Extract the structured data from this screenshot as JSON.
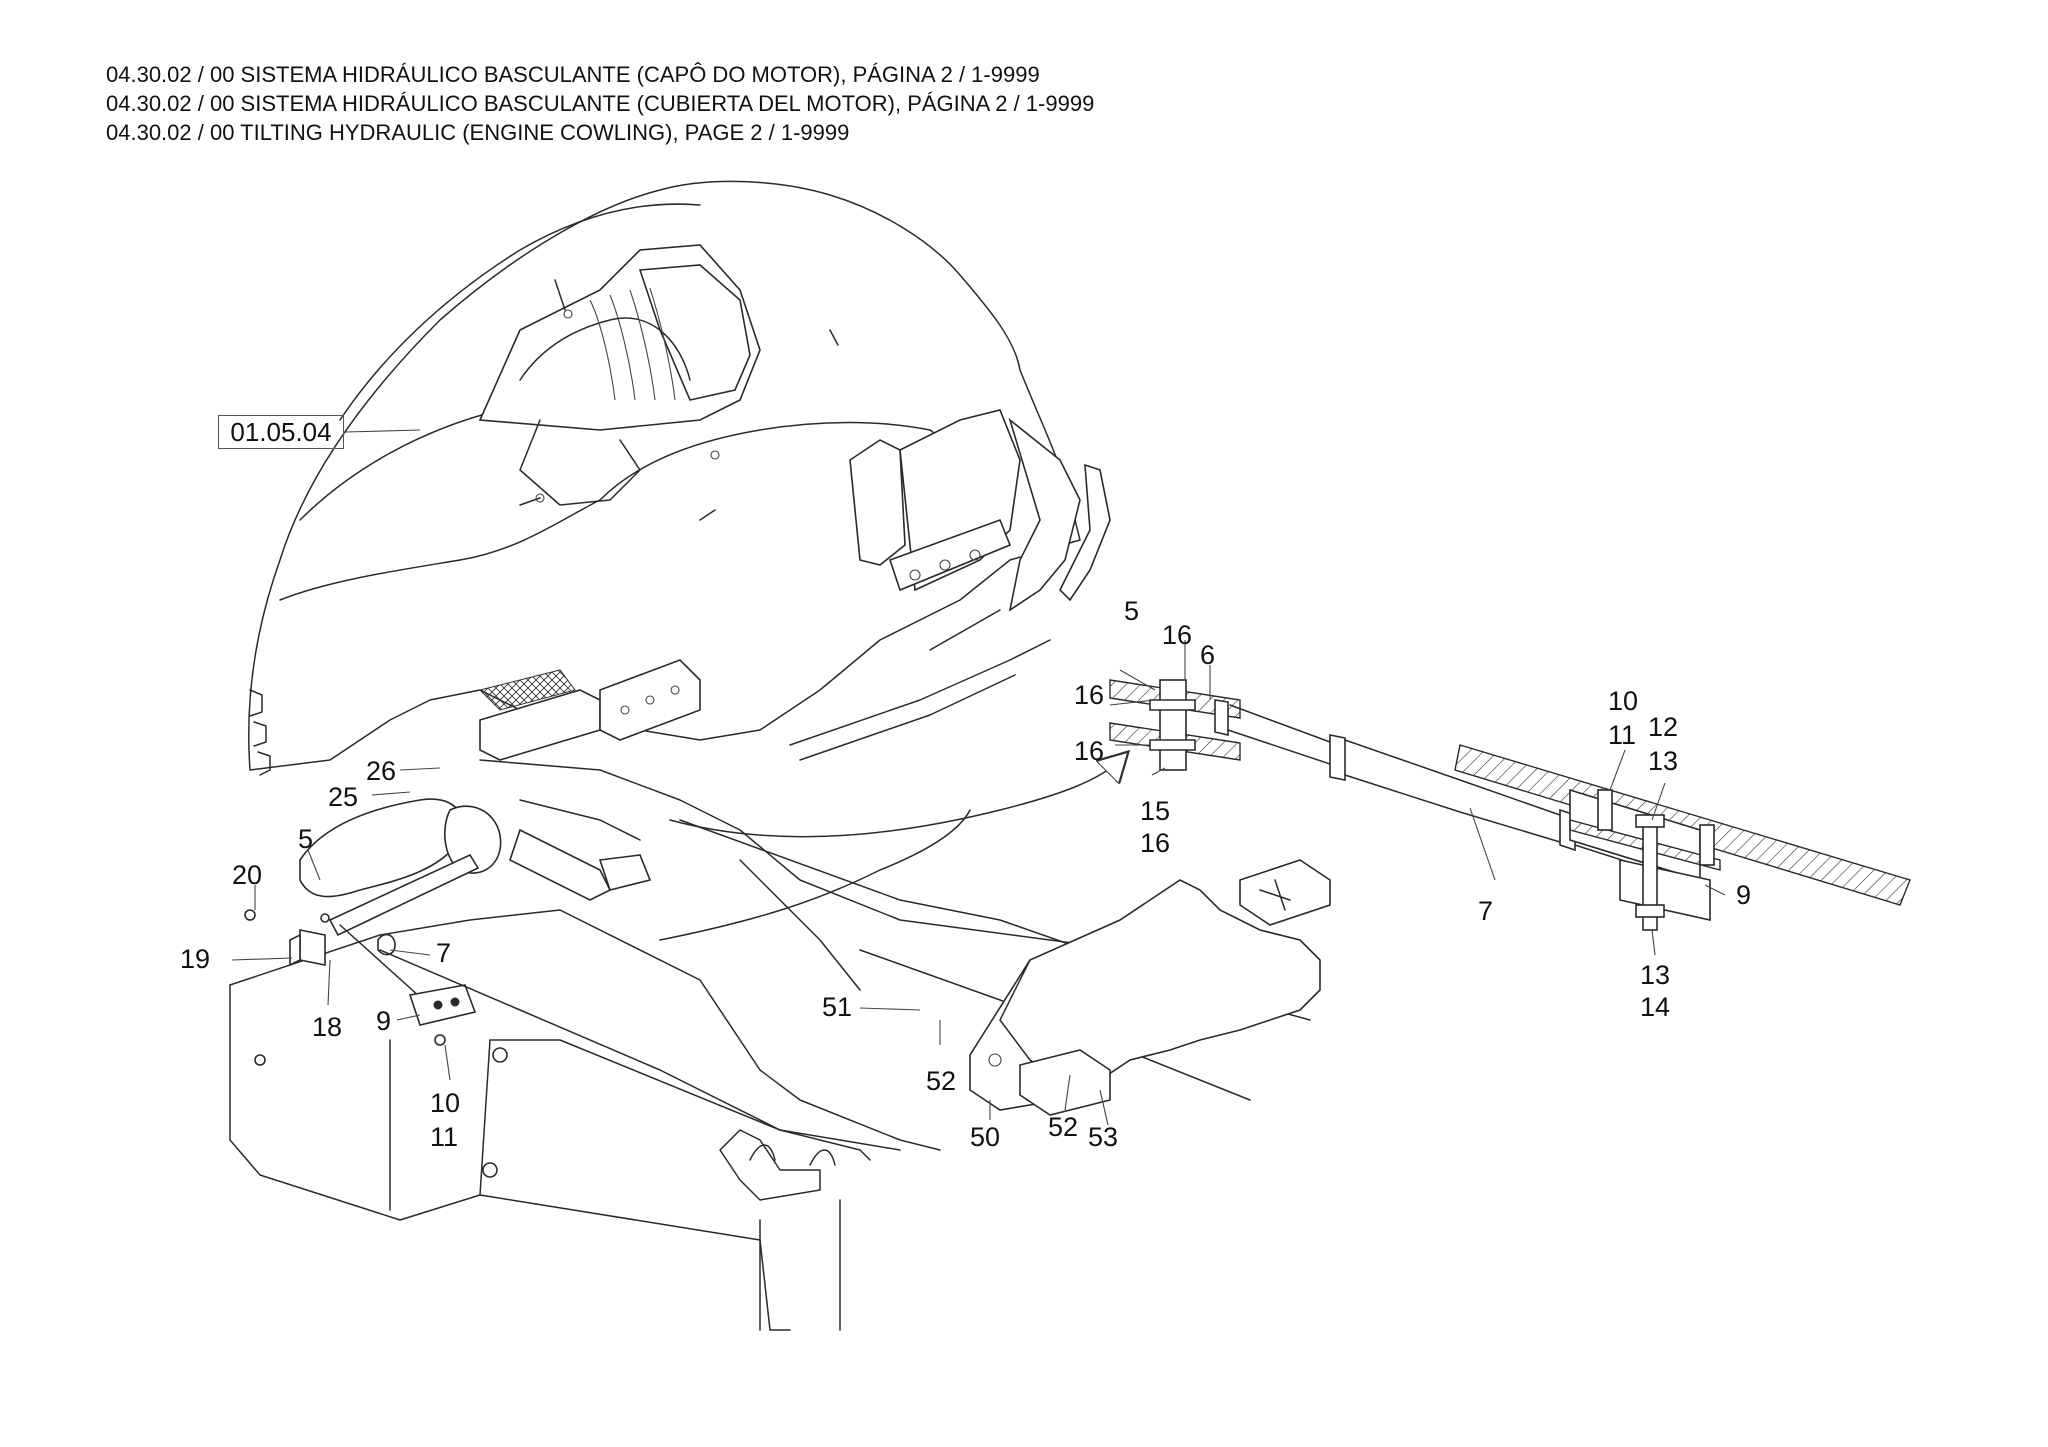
{
  "header": {
    "lines": [
      "04.30.02 / 00 SISTEMA HIDRÁULICO BASCULANTE (CAPÔ DO MOTOR), PÁGINA 2 / 1-9999",
      "04.30.02 / 00 SISTEMA HIDRÁULICO BASCULANTE (CUBIERTA DEL MOTOR), PÁGINA 2 / 1-9999",
      "04.30.02 / 00 TILTING HYDRAULIC (ENGINE COWLING), PAGE 2 / 1-9999"
    ]
  },
  "reference": "01.05.04",
  "callouts": {
    "left": [
      "26",
      "25",
      "5",
      "20",
      "19",
      "7",
      "18",
      "9",
      "10",
      "11"
    ],
    "bracket": [
      "51",
      "52",
      "50",
      "52",
      "53"
    ],
    "detail": [
      "5",
      "16",
      "6",
      "16",
      "16",
      "15",
      "16",
      "10",
      "11",
      "12",
      "13",
      "7",
      "9",
      "13",
      "14"
    ]
  }
}
